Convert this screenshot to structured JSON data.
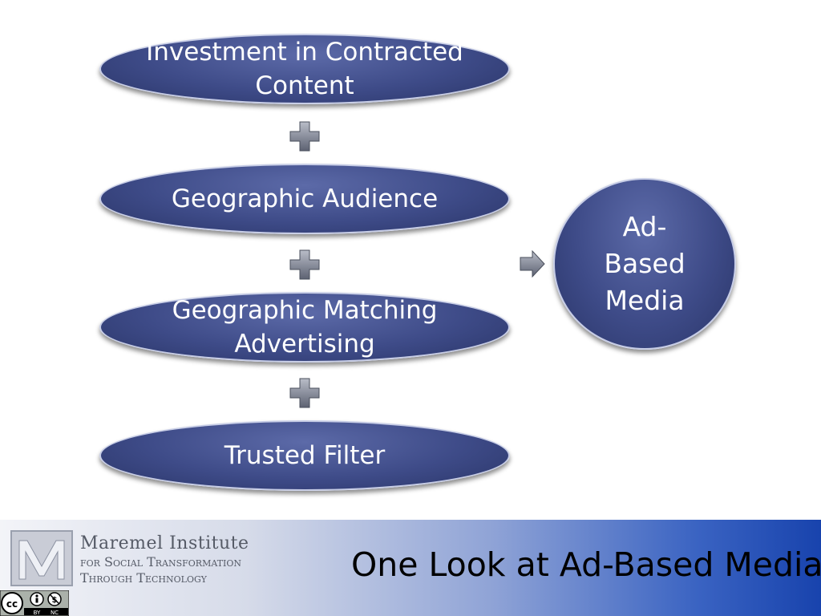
{
  "flow": {
    "steps": [
      {
        "label": "Investment in Contracted Content"
      },
      {
        "label": "Geographic Audience"
      },
      {
        "label": "Geographic Matching Advertising"
      },
      {
        "label": "Trusted Filter"
      }
    ],
    "result": {
      "label": "Ad-Based Media"
    },
    "connector_icon": "plus-icon",
    "result_connector_icon": "arrow-right-icon"
  },
  "footer": {
    "institute_line1": "Maremel Institute",
    "institute_line2": "for Social Transformation",
    "institute_line3": "Through Technology",
    "title": "One Look at Ad-Based Media",
    "license": {
      "badge_text_by": "BY",
      "badge_text_nc": "NC"
    }
  },
  "colors": {
    "shape_fill": "#3e4b88",
    "shape_border": "#c7cde6",
    "footer_gradient_end": "#1843ad"
  }
}
